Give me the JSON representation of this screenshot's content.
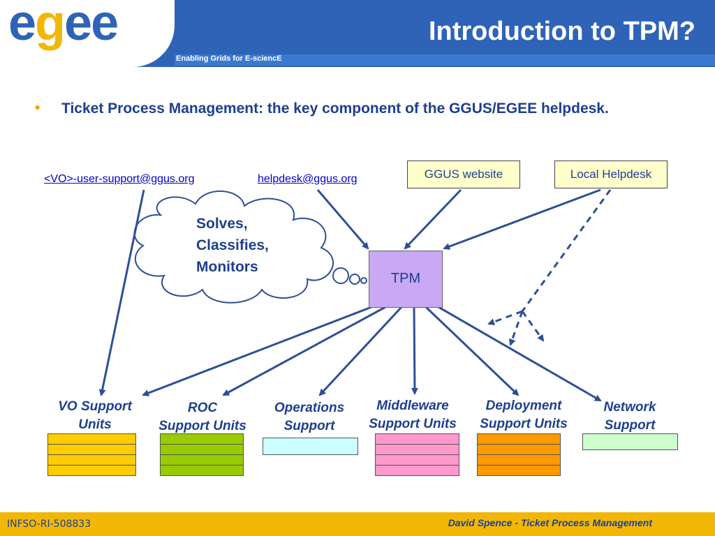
{
  "header": {
    "logo": "egee",
    "tagline": "Enabling Grids for E-sciencE",
    "title": "Introduction to TPM?"
  },
  "bullet": {
    "marker": "•",
    "text": "Ticket Process Management: the key component of the GGUS/EGEE helpdesk."
  },
  "inputs": {
    "vo_email": "<VO>-user-support@ggus.org",
    "helpdesk_email": "helpdesk@ggus.org",
    "ggus_website": "GGUS website",
    "local_helpdesk": "Local Helpdesk"
  },
  "tpm": {
    "label": "TPM",
    "cloud_line1": "Solves,",
    "cloud_line2": "Classifies,",
    "cloud_line3": "Monitors"
  },
  "units": [
    {
      "line1": "VO Support",
      "line2": "Units",
      "color": "#ffcc00"
    },
    {
      "line1": "ROC",
      "line2": "Support Units",
      "color": "#99cc00"
    },
    {
      "line1": "Operations",
      "line2": "Support",
      "color": "#ccffff"
    },
    {
      "line1": "Middleware",
      "line2": "Support Units",
      "color": "#ff99cc"
    },
    {
      "line1": "Deployment",
      "line2": "Support Units",
      "color": "#ff9900"
    },
    {
      "line1": "Network",
      "line2": "Support",
      "color": "#ccffcc"
    }
  ],
  "footer": {
    "left": "INFSO-RI-508833",
    "right": "David Spence - Ticket Process Management"
  }
}
